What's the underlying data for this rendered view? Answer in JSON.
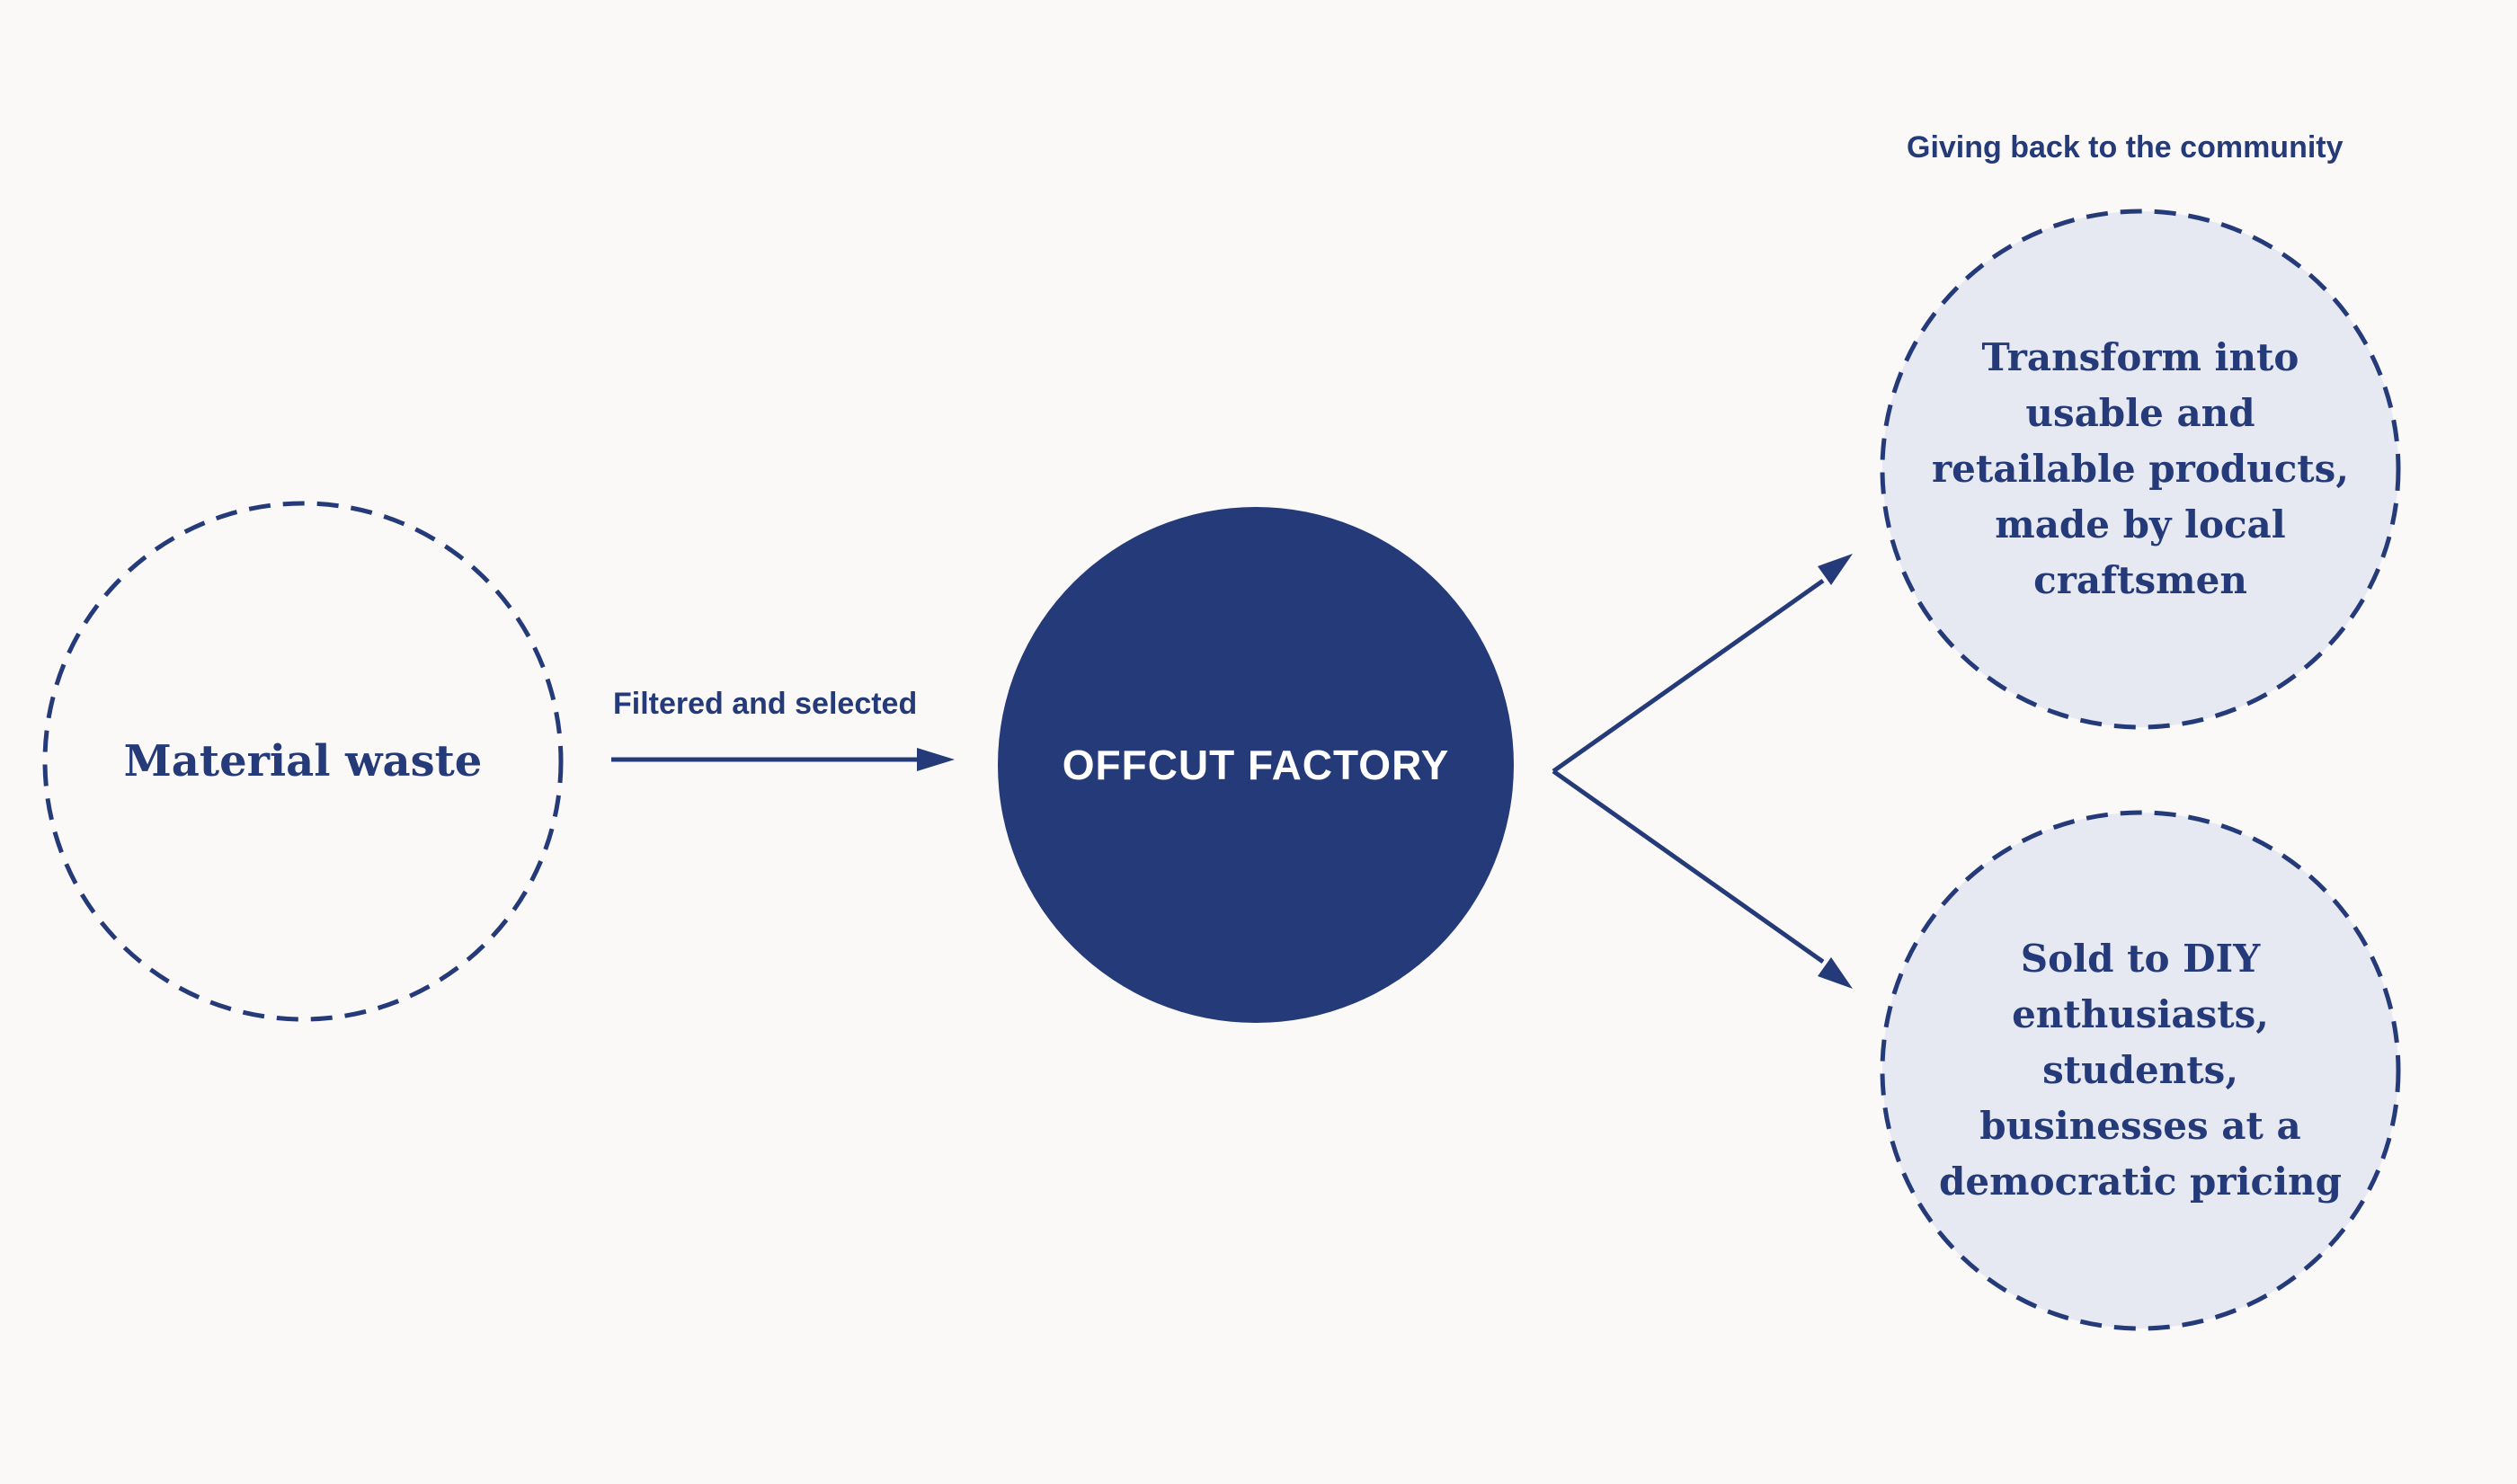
{
  "colors": {
    "background": "#faf9f8",
    "navy": "#253a78",
    "light_fill": "#e6e8f2",
    "white": "#ffffff"
  },
  "nodes": {
    "material_waste": "Material waste",
    "offcut_factory": "OFFCUT FACTORY",
    "transform": "Transform into usable and retailable products, made by local craftsmen",
    "sold": "Sold to DIY enthusiasts, students, businesses at a democratic pricing"
  },
  "edges": {
    "filtered": "Filtered and selected",
    "community": "Giving back to the community"
  }
}
